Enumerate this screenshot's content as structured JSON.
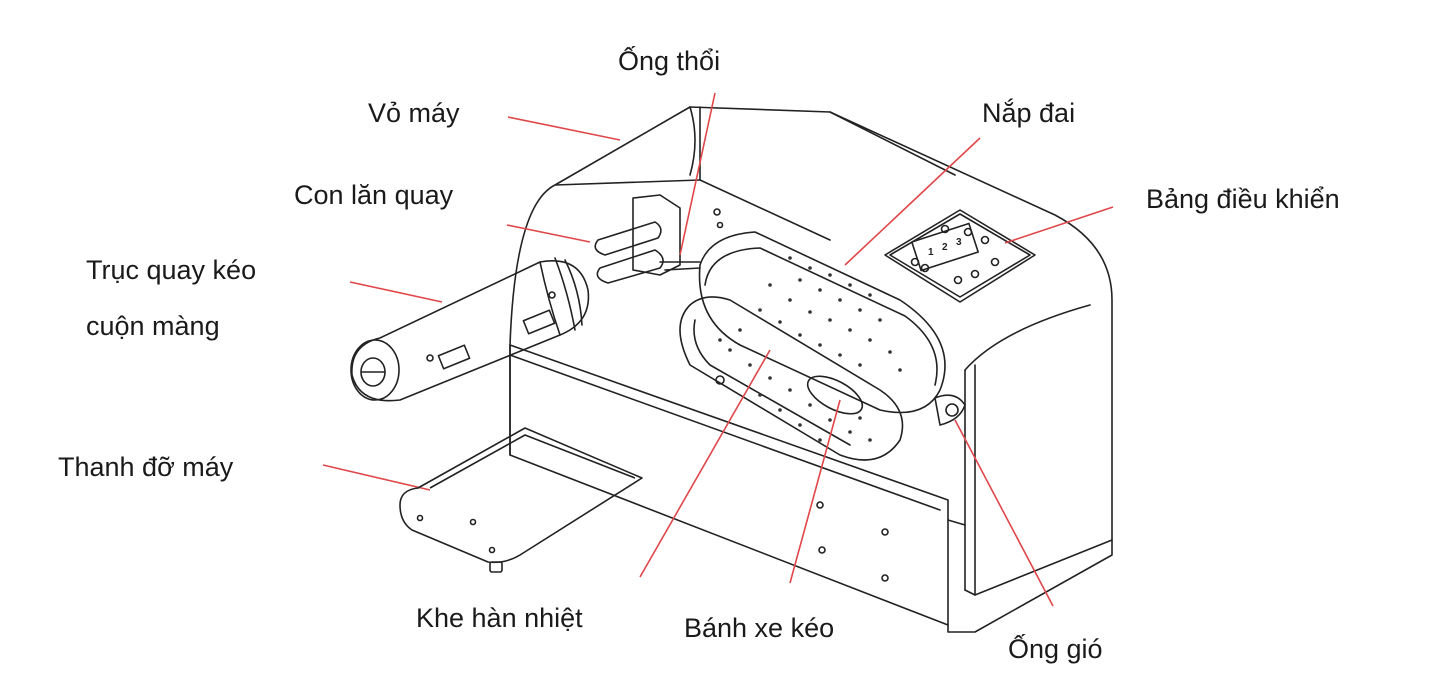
{
  "diagram": {
    "labels": {
      "vo_may": "Vỏ máy",
      "ong_thoi": "Ống thổi",
      "nap_dai": "Nắp đai",
      "con_lan_quay": "Con lăn quay",
      "bang_dieu_khien": "Bảng điều khiển",
      "truc_quay_line1": "Trục quay kéo",
      "truc_quay_line2": "cuộn màng",
      "thanh_do_may": "Thanh đỡ máy",
      "khe_han_nhiet": "Khe hàn nhiệt",
      "banh_xe_keo": "Bánh xe kéo",
      "ong_gio": "Ống gió"
    },
    "panel_digits": [
      "1",
      "2",
      "3"
    ],
    "colors": {
      "leader_line": "#e0474a",
      "outline": "#222222",
      "text": "#1a1a1a"
    }
  }
}
